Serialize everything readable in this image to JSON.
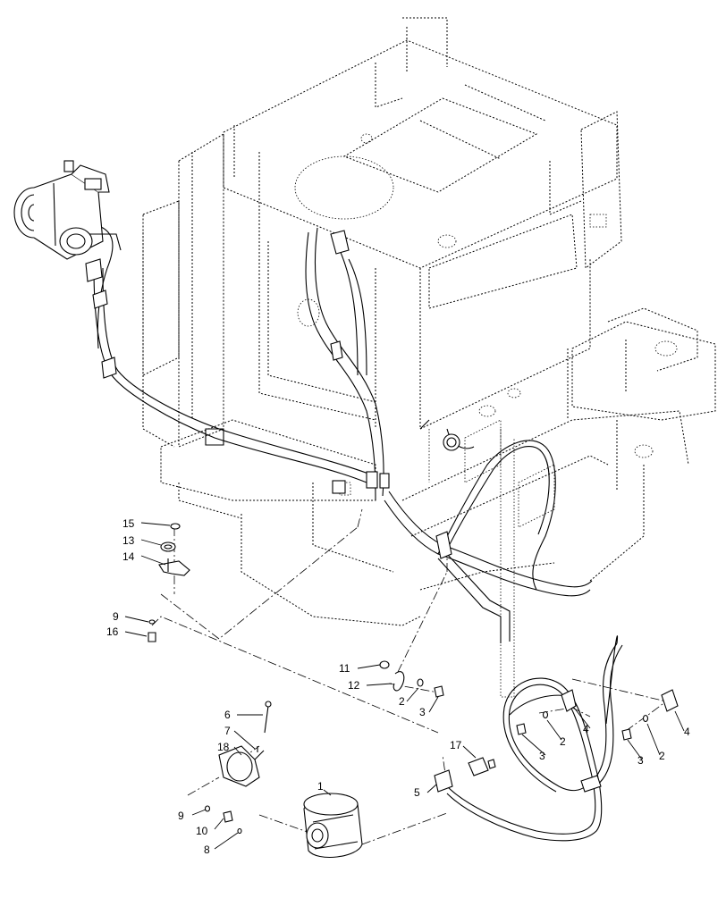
{
  "callouts": [
    {
      "id": "c15a",
      "label": "15"
    },
    {
      "id": "c13",
      "label": "13"
    },
    {
      "id": "c14",
      "label": "14"
    },
    {
      "id": "c9a",
      "label": "9"
    },
    {
      "id": "c16",
      "label": "16"
    },
    {
      "id": "c11",
      "label": "11"
    },
    {
      "id": "c12",
      "label": "12"
    },
    {
      "id": "c2a",
      "label": "2"
    },
    {
      "id": "c3a",
      "label": "3"
    },
    {
      "id": "c6",
      "label": "6"
    },
    {
      "id": "c7",
      "label": "7"
    },
    {
      "id": "c18",
      "label": "18"
    },
    {
      "id": "c1",
      "label": "1"
    },
    {
      "id": "c9b",
      "label": "9"
    },
    {
      "id": "c10",
      "label": "10"
    },
    {
      "id": "c8",
      "label": "8"
    },
    {
      "id": "c17",
      "label": "17"
    },
    {
      "id": "c5",
      "label": "5"
    },
    {
      "id": "c2b",
      "label": "2"
    },
    {
      "id": "c4a",
      "label": "4"
    },
    {
      "id": "c3b",
      "label": "3"
    },
    {
      "id": "c2c",
      "label": "2"
    },
    {
      "id": "c4b",
      "label": "4"
    },
    {
      "id": "c3c",
      "label": "3"
    }
  ]
}
